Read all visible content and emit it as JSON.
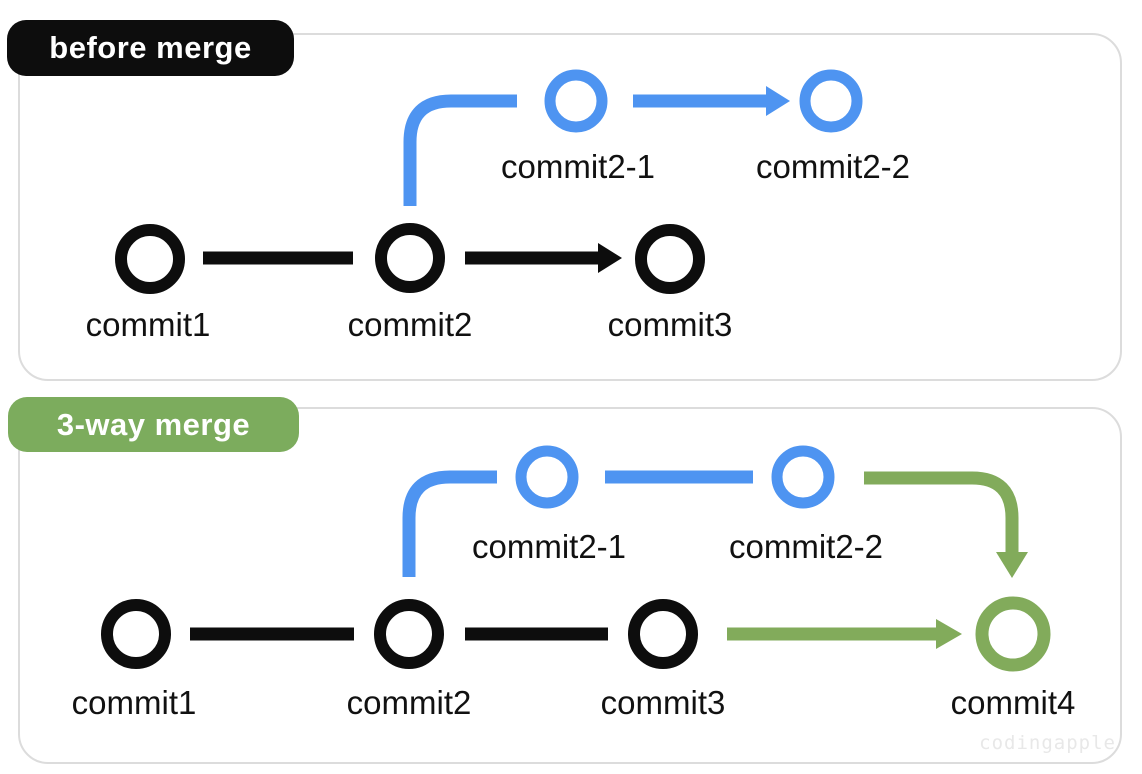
{
  "colors": {
    "main_black": "#0d0d0d",
    "branch_blue": "#4e94f1",
    "merge_green": "#82ab5b",
    "badge_before_bg": "#0d0d0d",
    "badge_merge_bg": "#7cac5d",
    "badge_text": "#ffffff",
    "panel_border": "#dcdcdc",
    "label_text": "#111111",
    "watermark_gray": "#e8e8e8"
  },
  "panels": {
    "before": {
      "badge_label": "before merge",
      "main_nodes": [
        {
          "label": "commit1"
        },
        {
          "label": "commit2"
        },
        {
          "label": "commit3"
        }
      ],
      "branch_nodes": [
        {
          "label": "commit2-1"
        },
        {
          "label": "commit2-2"
        }
      ]
    },
    "merge": {
      "badge_label": "3-way merge",
      "main_nodes": [
        {
          "label": "commit1"
        },
        {
          "label": "commit2"
        },
        {
          "label": "commit3"
        }
      ],
      "branch_nodes": [
        {
          "label": "commit2-1"
        },
        {
          "label": "commit2-2"
        }
      ],
      "merge_node": {
        "label": "commit4"
      }
    }
  },
  "watermark": {
    "text": "codingapple"
  }
}
